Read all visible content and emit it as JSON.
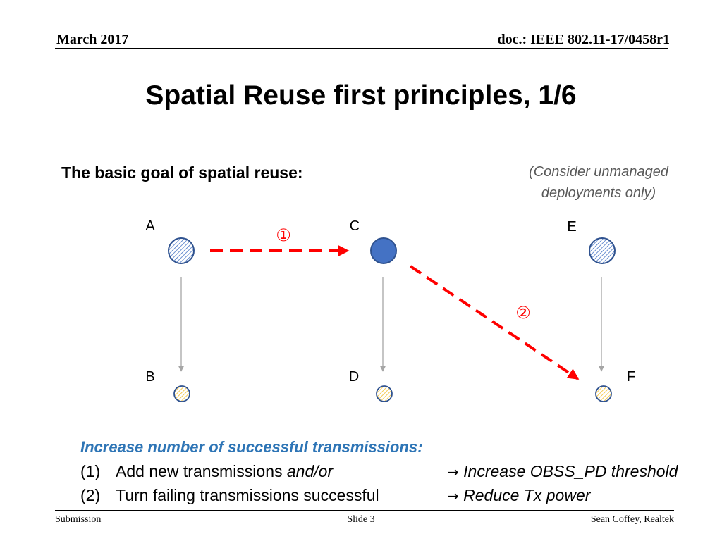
{
  "header": {
    "date": "March 2017",
    "doc_id": "doc.: IEEE 802.11-17/0458r1"
  },
  "title": "Spatial Reuse first principles, 1/6",
  "goal_heading": "The basic goal of spatial reuse:",
  "note": {
    "line1": "(Consider unmanaged",
    "line2": "deployments only)"
  },
  "diagram": {
    "nodes": {
      "A": "A",
      "B": "B",
      "C": "C",
      "D": "D",
      "E": "E",
      "F": "F"
    },
    "steps": {
      "one": "①",
      "two": "②"
    },
    "colors": {
      "ap_hatched": "#4472c4",
      "ap_solid": "#4472c4",
      "sta_hatched": "#ffd966",
      "transmission_arrow": "#ff0000",
      "link_arrow": "#a6a6a6"
    }
  },
  "body": {
    "heading": "Increase number of successful transmissions:",
    "items": [
      {
        "num": "(1)",
        "text": "Add new transmissions ",
        "emph": "and/or",
        "result": "Increase OBSS_PD threshold"
      },
      {
        "num": "(2)",
        "text": "Turn failing transmissions successful",
        "emph": "",
        "result": "Reduce Tx power"
      }
    ],
    "arrow_symbol": "→"
  },
  "footer": {
    "left": "Submission",
    "center": "Slide 3",
    "right": "Sean Coffey, Realtek"
  }
}
